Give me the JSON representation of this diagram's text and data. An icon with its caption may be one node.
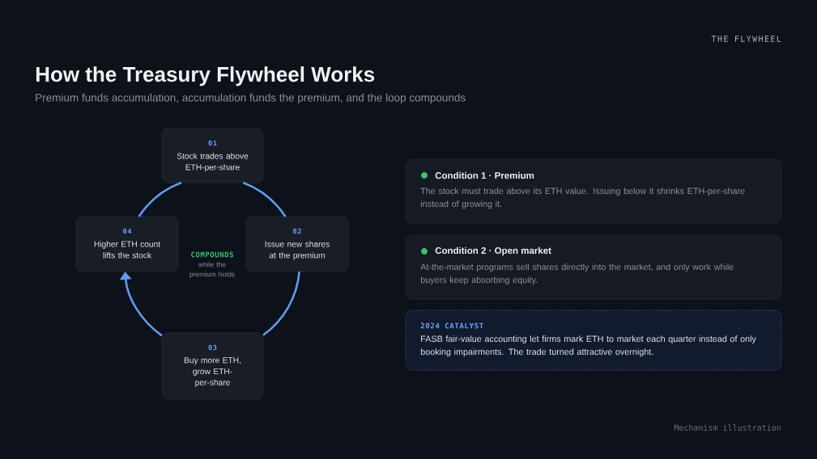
{
  "diagram": {
    "title": "How the Treasury Flywheel Works",
    "nodes": [
      {
        "text": [
          "01",
          "Stock trades above ETH-per-share"
        ]
      },
      {
        "text": [
          "02",
          "Issue new shares at the premium"
        ]
      },
      {
        "text": [
          "03",
          "Buy more ETH, grow ETH-per-share"
        ]
      },
      {
        "text": [
          "04",
          "Higher ETH count lifts the stock"
        ]
      },
      {
        "text": [
          "Condition 1 · Premium",
          "The stock must trade above its ETH value. Issuing below it shrinks ETH-per-share instead of growing it."
        ]
      },
      {
        "text": [
          "Condition 2 · Open market",
          "At-the-market programs sell shares directly into the market, and only work while buyers keep absorbing equity."
        ]
      },
      {
        "text": [
          "2024 CATALYST",
          "FASB fair-value accounting let firms mark ETH to market each quarter instead of only booking impairments. The trade turned attractive overnight."
        ]
      }
    ],
    "edges": [
      {
        "from": 0,
        "to": 1,
        "arrow": "none"
      },
      {
        "from": 1,
        "to": 2,
        "arrow": "none"
      },
      {
        "from": 2,
        "to": 3,
        "arrow": "to"
      },
      {
        "from": 3,
        "to": 0,
        "arrow": "none"
      }
    ],
    "labels": [
      "THE FLYWHEEL",
      "Premium funds accumulation, accumulation funds the premium, and the loop compounds",
      "COMPOUNDS",
      "while the premium holds",
      "Mechanism illustration"
    ]
  }
}
